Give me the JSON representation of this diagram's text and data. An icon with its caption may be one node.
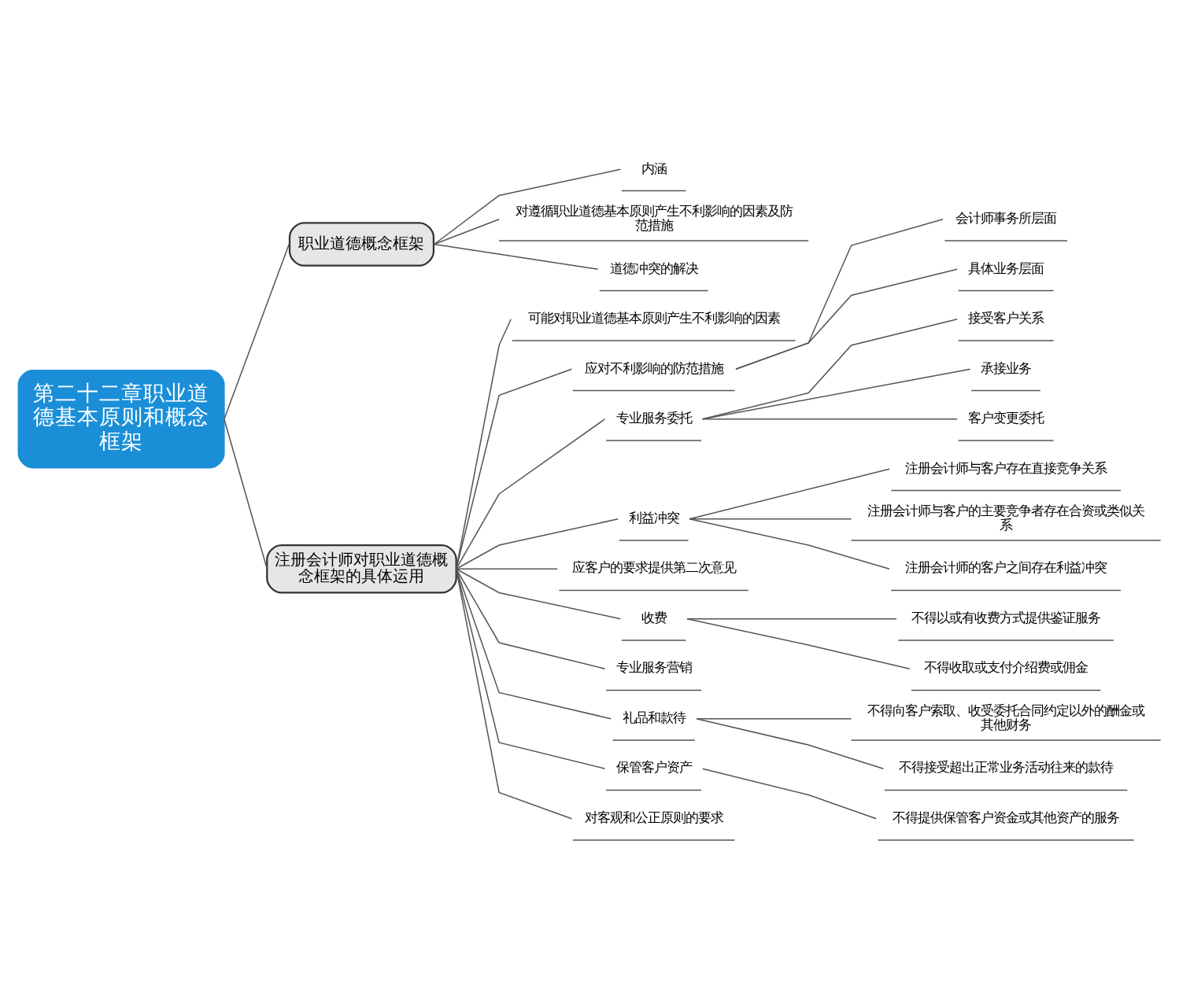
{
  "diagram": {
    "nodes": [
      {
        "text": [
          "第二十二章职业道德基本原则和概念框架"
        ]
      },
      {
        "text": [
          "职业道德概念框架"
        ]
      },
      {
        "text": [
          "内涵"
        ]
      },
      {
        "text": [
          "对遵循职业道德基本原则产生不利影响的因素及防范措施"
        ]
      },
      {
        "text": [
          "道德冲突的解决"
        ]
      },
      {
        "text": [
          "注册会计师对职业道德概念框架的具体运用"
        ]
      },
      {
        "text": [
          "可能对职业道德基本原则产生不利影响的因素"
        ]
      },
      {
        "text": [
          "应对不利影响的防范措施"
        ]
      },
      {
        "text": [
          "会计师事务所层面"
        ]
      },
      {
        "text": [
          "具体业务层面"
        ]
      },
      {
        "text": [
          "专业服务委托"
        ]
      },
      {
        "text": [
          "接受客户关系"
        ]
      },
      {
        "text": [
          "承接业务"
        ]
      },
      {
        "text": [
          "客户变更委托"
        ]
      },
      {
        "text": [
          "利益冲突"
        ]
      },
      {
        "text": [
          "注册会计师与客户存在直接竞争关系"
        ]
      },
      {
        "text": [
          "注册会计师与客户的主要竞争者存在合资或类似关系"
        ]
      },
      {
        "text": [
          "注册会计师的客户之间存在利益冲突"
        ]
      },
      {
        "text": [
          "应客户的要求提供第二次意见"
        ]
      },
      {
        "text": [
          "收费"
        ]
      },
      {
        "text": [
          "不得以或有收费方式提供鉴证服务"
        ]
      },
      {
        "text": [
          "不得收取或支付介绍费或佣金"
        ]
      },
      {
        "text": [
          "专业服务营销"
        ]
      },
      {
        "text": [
          "礼品和款待"
        ]
      },
      {
        "text": [
          "不得向客户索取、收受委托合同约定以外的酬金或其他财务"
        ]
      },
      {
        "text": [
          "不得接受超出正常业务活动往来的款待"
        ]
      },
      {
        "text": [
          "保管客户资产"
        ]
      },
      {
        "text": [
          "不得提供保管客户资金或其他资产的服务"
        ]
      },
      {
        "text": [
          "对客观和公正原则的要求"
        ]
      }
    ],
    "edges": [
      {
        "from": 0,
        "to": 1,
        "arrow": "none"
      },
      {
        "from": 1,
        "to": 2,
        "arrow": "none"
      },
      {
        "from": 1,
        "to": 3,
        "arrow": "none"
      },
      {
        "from": 1,
        "to": 4,
        "arrow": "none"
      },
      {
        "from": 0,
        "to": 5,
        "arrow": "none"
      },
      {
        "from": 5,
        "to": 6,
        "arrow": "none"
      },
      {
        "from": 5,
        "to": 7,
        "arrow": "none"
      },
      {
        "from": 7,
        "to": 8,
        "arrow": "none"
      },
      {
        "from": 7,
        "to": 9,
        "arrow": "none"
      },
      {
        "from": 5,
        "to": 10,
        "arrow": "none"
      },
      {
        "from": 10,
        "to": 11,
        "arrow": "none"
      },
      {
        "from": 10,
        "to": 12,
        "arrow": "none"
      },
      {
        "from": 10,
        "to": 13,
        "arrow": "none"
      },
      {
        "from": 5,
        "to": 14,
        "arrow": "none"
      },
      {
        "from": 14,
        "to": 15,
        "arrow": "none"
      },
      {
        "from": 14,
        "to": 16,
        "arrow": "none"
      },
      {
        "from": 14,
        "to": 17,
        "arrow": "none"
      },
      {
        "from": 5,
        "to": 18,
        "arrow": "none"
      },
      {
        "from": 5,
        "to": 19,
        "arrow": "none"
      },
      {
        "from": 19,
        "to": 20,
        "arrow": "none"
      },
      {
        "from": 19,
        "to": 21,
        "arrow": "none"
      },
      {
        "from": 5,
        "to": 22,
        "arrow": "none"
      },
      {
        "from": 5,
        "to": 23,
        "arrow": "none"
      },
      {
        "from": 23,
        "to": 24,
        "arrow": "none"
      },
      {
        "from": 23,
        "to": 25,
        "arrow": "none"
      },
      {
        "from": 5,
        "to": 26,
        "arrow": "none"
      },
      {
        "from": 26,
        "to": 27,
        "arrow": "none"
      },
      {
        "from": 5,
        "to": 28,
        "arrow": "none"
      }
    ]
  }
}
